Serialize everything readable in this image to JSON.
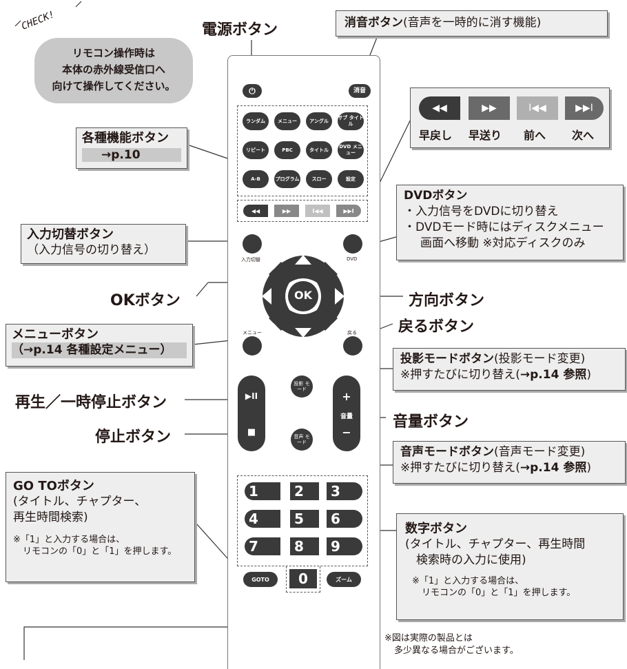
{
  "check": {
    "label": "CHECK!",
    "note_lines": [
      "リモコン操作時は",
      "本体の赤外線受信口へ",
      "向けて操作してください。"
    ]
  },
  "labels": {
    "power": "電源ボタン",
    "ok": "OKボタン",
    "direction": "方向ボタン",
    "back": "戻るボタン",
    "play_pause": "再生／一時停止ボタン",
    "stop": "停止ボタン",
    "volume": "音量ボタン"
  },
  "mute_box": {
    "title": "消音ボタン",
    "desc": "(音声を一時的に消す機能)"
  },
  "func_box": {
    "title": "各種機能ボタン",
    "ref": "→p.10"
  },
  "skip_box": {
    "items": [
      "早戻し",
      "早送り",
      "前へ",
      "次へ"
    ]
  },
  "dvd_box": {
    "title": "DVDボタン",
    "lines": [
      "・入力信号をDVDに切り替え",
      "・DVDモード時にはディスクメニュー",
      "画面へ移動 ※対応ディスクのみ"
    ]
  },
  "input_box": {
    "title": "入力切替ボタン",
    "desc": "（入力信号の切り替え）"
  },
  "menu_box": {
    "title": "メニューボタン",
    "ref": "（→p.14 各種設定メニュー）"
  },
  "projection_box": {
    "title": "投影モードボタン",
    "desc": "(投影モード変更)",
    "note_pre": "※押すたびに切り替え(",
    "note_ref": "→p.14 参照",
    ")": ")"
  },
  "audio_box": {
    "title": "音声モードボタン",
    "desc": "(音声モード変更)",
    "note_pre": "※押すたびに切り替え(",
    "note_ref": "→p.14 参照"
  },
  "goto_box": {
    "title": "GO TOボタン",
    "lines": [
      "(タイトル、チャプター、",
      "再生時間検索)"
    ],
    "note_lines": [
      "※「1」と入力する場合は、",
      "リモコンの「0」と「1」を押します。"
    ]
  },
  "number_box": {
    "title": "数字ボタン",
    "lines": [
      "(タイトル、チャプター、再生時間",
      "検索時の入力に使用)"
    ],
    "note_lines": [
      "※「1」と入力する場合は、",
      "リモコンの「0」と「1」を押します。"
    ]
  },
  "footnote": [
    "※図は実際の製品とは",
    "多少異なる場合がございます。"
  ],
  "remote": {
    "power_icon": "power-icon",
    "mute": "消音",
    "func_buttons": [
      [
        "ランダム",
        "メニュー",
        "アングル",
        "サブ タイトル"
      ],
      [
        "リピート",
        "PBC",
        "タイトル",
        "DVD メニュー"
      ],
      [
        "A-B",
        "プログラム",
        "スロー",
        "設定"
      ]
    ],
    "skip_icons": [
      "◀◀",
      "▶▶",
      "I◀◀",
      "▶▶I"
    ],
    "input_label": "入力切替",
    "dvd_label": "DVD",
    "ok": "OK",
    "menu_label": "メニュー",
    "back_label": "戻る",
    "projection": "投影 モード",
    "audio": "音声 モード",
    "play": "▶II",
    "stop": "■",
    "vol_plus": "+",
    "vol_label": "音量",
    "vol_minus": "−",
    "numbers": [
      "1",
      "2",
      "3",
      "4",
      "5",
      "6",
      "7",
      "8",
      "9"
    ],
    "goto": "GOTO",
    "zero": "0",
    "zoom": "ズーム"
  },
  "colors": {
    "dark": "#3a3a3a",
    "box": "#eeeeee",
    "light_btn": "#bdbdbd"
  }
}
